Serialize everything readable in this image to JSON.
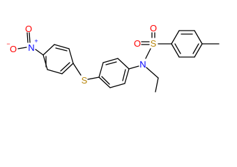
{
  "molecule": {
    "atoms": {
      "nitro_n": {
        "label": "N",
        "charge": "+",
        "color": "#0000ff"
      },
      "nitro_o_top": {
        "label": "O",
        "color": "#ff0000"
      },
      "nitro_o_left": {
        "label": "O",
        "charge": "−",
        "color": "#ff0000"
      },
      "thioether_s": {
        "label": "S",
        "color": "#b8860b"
      },
      "sulfonyl_s": {
        "label": "S",
        "color": "#b8860b"
      },
      "sulfonyl_o_left": {
        "label": "O",
        "color": "#ff0000"
      },
      "sulfonyl_o_top": {
        "label": "O",
        "color": "#ff0000"
      },
      "amide_n": {
        "label": "N",
        "color": "#0000ff"
      }
    }
  }
}
